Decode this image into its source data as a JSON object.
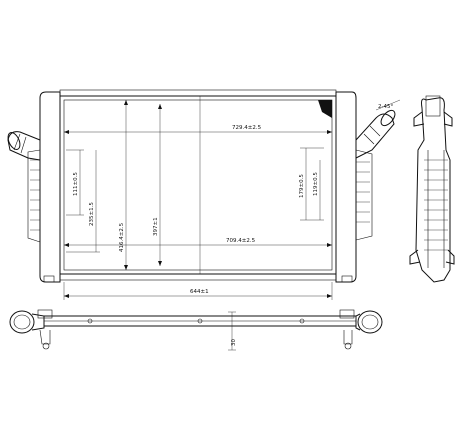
{
  "dimensions": {
    "top_width": "729.4±2.5",
    "bottom_width": "709.4±2.5",
    "core_height": "397±1",
    "overall_height": "416.4±2.5",
    "left_port_short": "111±0.5",
    "left_port_long": "235±1.5",
    "right_port_short": "179±0.5",
    "right_port_long": "119±0.5",
    "overall_length": "644±1",
    "pipe_angle": "2-45°",
    "depth": "30"
  },
  "colors": {
    "line": "#111111",
    "background": "#ffffff"
  }
}
